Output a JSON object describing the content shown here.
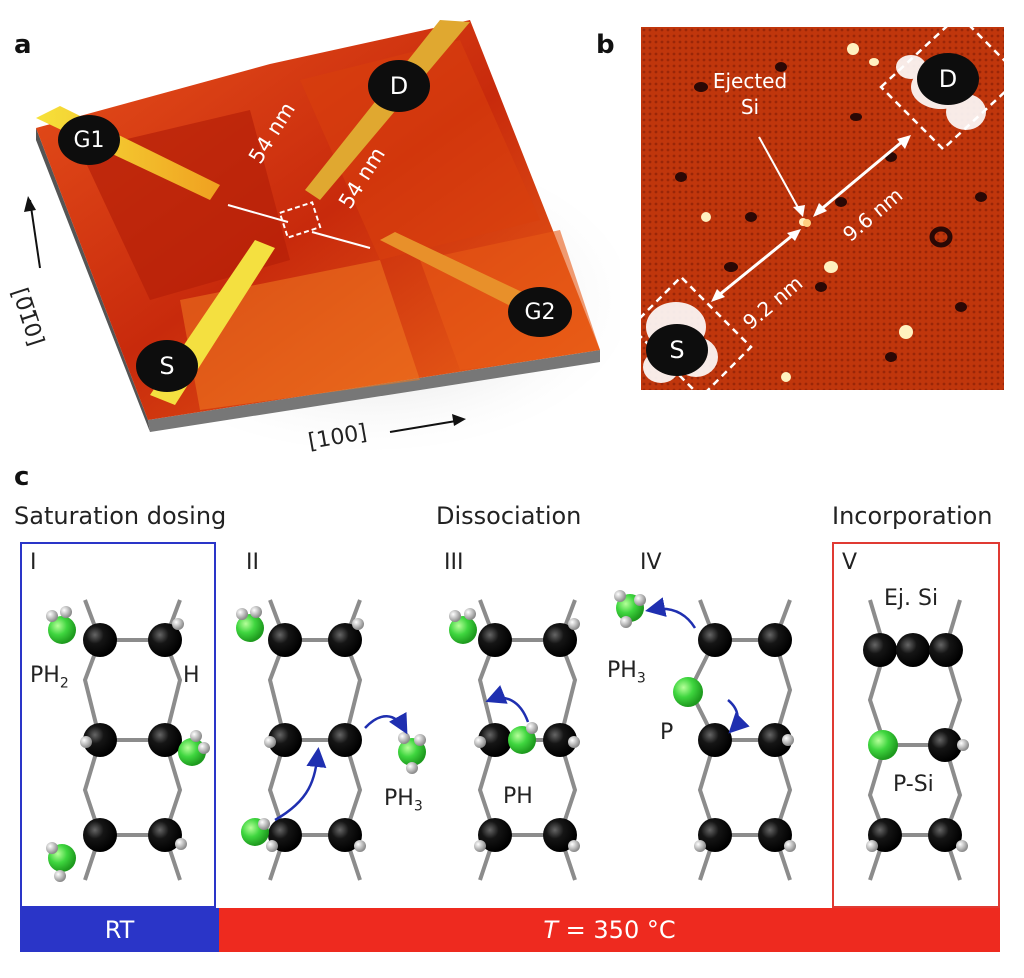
{
  "panels": {
    "a": {
      "letter": "a",
      "electrodes": [
        "G1",
        "D",
        "S",
        "G2"
      ],
      "distance_1": "54 nm",
      "distance_2": "54 nm",
      "axis_y": "[0̅1̅0]",
      "axis_x": "[100]"
    },
    "b": {
      "letter": "b",
      "electrodes": [
        "D",
        "S"
      ],
      "ejected_label_line1": "Ejected",
      "ejected_label_line2": "Si",
      "distance_top": "9.6 nm",
      "distance_bottom": "9.2 nm"
    },
    "c": {
      "letter": "c",
      "headings": {
        "saturation": "Saturation dosing",
        "dissociation": "Dissociation",
        "incorporation": "Incorporation"
      },
      "stages": [
        "I",
        "II",
        "III",
        "IV",
        "V"
      ],
      "labels": {
        "ph2": "PH",
        "ph2_sub": "2",
        "h": "H",
        "ph3_a": "PH",
        "ph3_a_sub": "3",
        "ph": "PH",
        "ph3_b": "PH",
        "ph3_b_sub": "3",
        "p": "P",
        "ej_si": "Ej. Si",
        "p_si": "P-Si"
      },
      "bar": {
        "rt": "RT",
        "t_symbol": "T",
        "t_value": " = 350 °C"
      }
    }
  },
  "colors": {
    "rt_bar": "#2a35c8",
    "hot_bar": "#ee2a1f",
    "stage1_frame": "#2a35c8",
    "stage5_frame": "#e03a33",
    "phosphorus": "#3fd63f",
    "silicon": "#101010",
    "hydrogen": "#c8c8c8",
    "arrow": "#1f2fb0"
  }
}
